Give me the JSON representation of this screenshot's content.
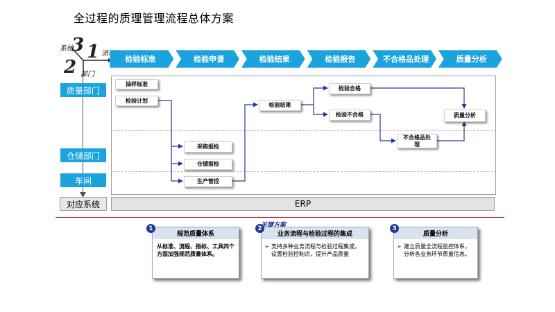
{
  "title": "全过程的质理管理流程总体方案",
  "corner": {
    "num_system": "3",
    "num_flow": "1",
    "num_dept": "2",
    "lbl_system": "系统",
    "lbl_flow": "流程",
    "lbl_dept": "部门"
  },
  "phases": [
    "检验标准",
    "检验申请",
    "检验结果",
    "检验报告",
    "不合格品处理",
    "质量分析"
  ],
  "departments": {
    "quality": "质量部门",
    "warehouse": "仓储部门",
    "workshop": "车间"
  },
  "system_label": "对应系统",
  "erp": "ERP",
  "nodes": {
    "sampling_std": "抽样标准",
    "inspection_plan": "检验计划",
    "purchase_report": "采购报检",
    "warehouse_report": "仓储报检",
    "production_ctrl": "生产管控",
    "inspection_result": "检验结果",
    "inspection_pass": "检验合格",
    "inspection_fail": "检验不合格",
    "nonconforming": "不合格品处理",
    "quality_analysis": "质量分析"
  },
  "key_solution": "关键方案",
  "cards": [
    {
      "num": "1",
      "title": "规范质量体系",
      "body": "从标准、流程、指标、工具四个方面加强规范质量体系。"
    },
    {
      "num": "2",
      "title": "业务流程与检验过程的集成",
      "body": "支持多种业务流程与检验过程集成，设置检验控制点，提升产品质量"
    },
    {
      "num": "3",
      "title": "质量分析",
      "body": "建立质量全流程监控体系，分析各业务环节质量信息。"
    }
  ],
  "colors": {
    "phase_fill": "#1aa3dc",
    "dept_fill": "#1aa3dc",
    "connector": "#1f3a93",
    "divider": "#c00000"
  }
}
